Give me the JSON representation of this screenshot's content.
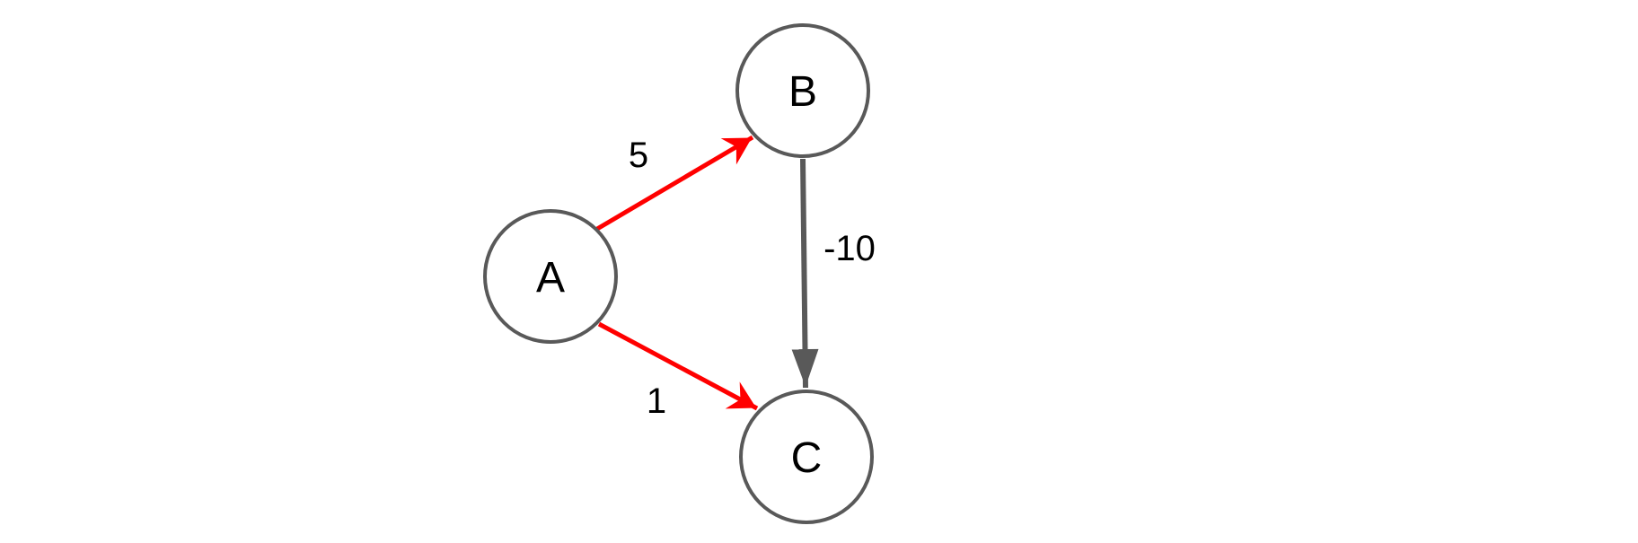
{
  "diagram": {
    "type": "directed-weighted-graph",
    "nodes": [
      {
        "id": "A",
        "label": "A"
      },
      {
        "id": "B",
        "label": "B"
      },
      {
        "id": "C",
        "label": "C"
      }
    ],
    "edges": [
      {
        "from": "A",
        "to": "B",
        "weight": "5",
        "color": "#ff0000",
        "highlighted": true
      },
      {
        "from": "A",
        "to": "C",
        "weight": "1",
        "color": "#ff0000",
        "highlighted": true
      },
      {
        "from": "B",
        "to": "C",
        "weight": "-10",
        "color": "#595959",
        "highlighted": false
      }
    ],
    "colors": {
      "highlight": "#ff0000",
      "default": "#595959",
      "node_stroke": "#595959",
      "node_fill": "#ffffff",
      "text": "#000000"
    }
  }
}
